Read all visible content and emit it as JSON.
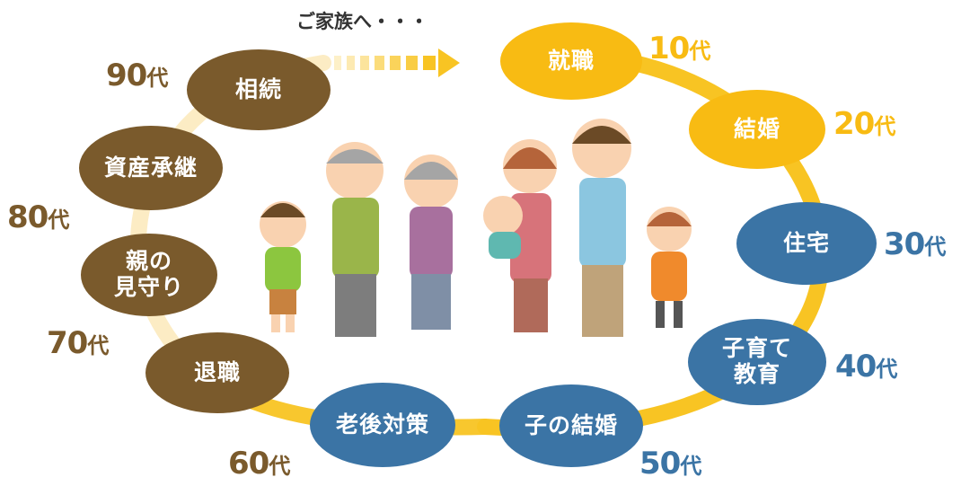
{
  "family_message": "ご家族へ・・・",
  "colors": {
    "brown": "#7a5a2c",
    "yellow": "#f8bb13",
    "blue": "#3b74a5",
    "ring_light": "#fcecc4",
    "ring_yellow": "#f8c423"
  },
  "stages": [
    {
      "label": "就職",
      "color": "yellow"
    },
    {
      "label": "結婚",
      "color": "yellow"
    },
    {
      "label": "住宅",
      "color": "blue"
    },
    {
      "label": "子育て\n教育",
      "color": "blue"
    },
    {
      "label": "子の結婚",
      "color": "blue"
    },
    {
      "label": "老後対策",
      "color": "blue"
    },
    {
      "label": "退職",
      "color": "brown"
    },
    {
      "label": "親の\n見守り",
      "color": "brown"
    },
    {
      "label": "資産承継",
      "color": "brown"
    },
    {
      "label": "相続",
      "color": "brown"
    }
  ],
  "ages": [
    {
      "num": "10",
      "unit": "代",
      "color": "yellow"
    },
    {
      "num": "20",
      "unit": "代",
      "color": "yellow"
    },
    {
      "num": "30",
      "unit": "代",
      "color": "blue"
    },
    {
      "num": "40",
      "unit": "代",
      "color": "blue"
    },
    {
      "num": "50",
      "unit": "代",
      "color": "blue"
    },
    {
      "num": "60",
      "unit": "代",
      "color": "brown"
    },
    {
      "num": "70",
      "unit": "代",
      "color": "brown"
    },
    {
      "num": "80",
      "unit": "代",
      "color": "brown"
    },
    {
      "num": "90",
      "unit": "代",
      "color": "brown"
    }
  ]
}
